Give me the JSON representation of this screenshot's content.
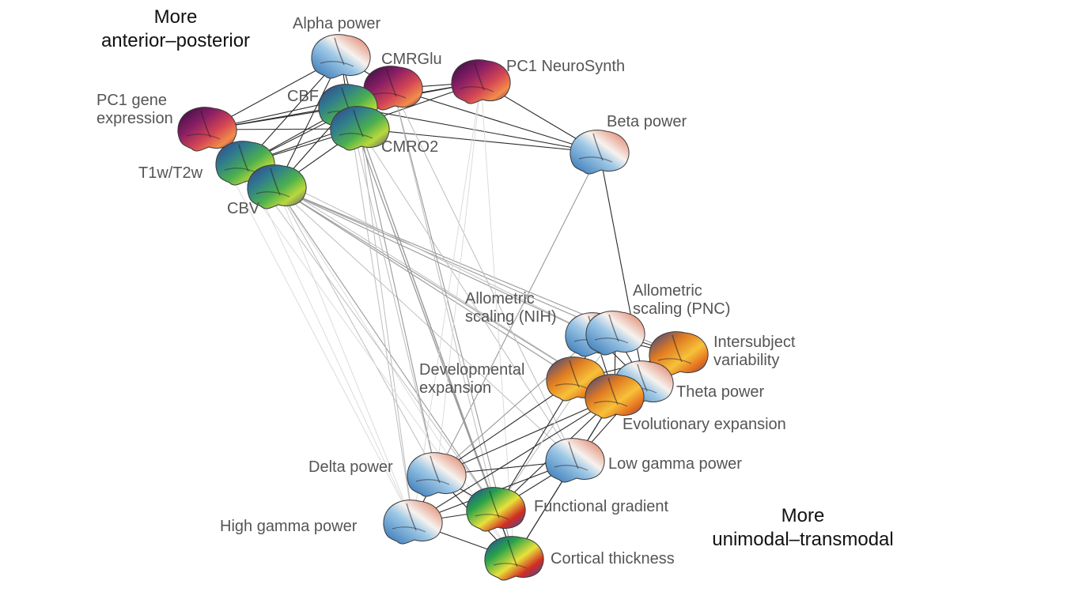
{
  "corner_labels": {
    "anterior_posterior": {
      "line1": "More",
      "line2": "anterior–posterior"
    },
    "unimodal_transmodal": {
      "line1": "More",
      "line2": "unimodal–transmodal"
    }
  },
  "nodes": [
    {
      "id": "alpha",
      "label": [
        "Alpha power"
      ],
      "colormap": "diverging-blue-red",
      "icon": "brain-surface-icon"
    },
    {
      "id": "cmrglu",
      "label": [
        "CMRGlu"
      ],
      "colormap": "magma",
      "icon": "brain-surface-icon"
    },
    {
      "id": "pc1ns",
      "label": [
        "PC1 NeuroSynth"
      ],
      "colormap": "magma",
      "icon": "brain-surface-icon"
    },
    {
      "id": "pc1gene",
      "label": [
        "PC1 gene",
        "expression"
      ],
      "colormap": "magma",
      "icon": "brain-surface-icon"
    },
    {
      "id": "cbf",
      "label": [
        "CBF"
      ],
      "colormap": "viridis",
      "icon": "brain-surface-icon"
    },
    {
      "id": "cmro2",
      "label": [
        "CMRO2"
      ],
      "colormap": "viridis",
      "icon": "brain-surface-icon"
    },
    {
      "id": "beta",
      "label": [
        "Beta power"
      ],
      "colormap": "diverging-blue-red",
      "icon": "brain-surface-icon"
    },
    {
      "id": "t1t2",
      "label": [
        "T1w/T2w"
      ],
      "colormap": "viridis",
      "icon": "brain-surface-icon"
    },
    {
      "id": "cbv",
      "label": [
        "CBV"
      ],
      "colormap": "viridis",
      "icon": "brain-surface-icon"
    },
    {
      "id": "allonih",
      "label": [
        "Allometric",
        "scaling (NIH)"
      ],
      "colormap": "diverging-blue-red",
      "icon": "brain-surface-icon"
    },
    {
      "id": "allopnc",
      "label": [
        "Allometric",
        "scaling (PNC)"
      ],
      "colormap": "diverging-blue-red",
      "icon": "brain-surface-icon"
    },
    {
      "id": "intersub",
      "label": [
        "Intersubject",
        "variability"
      ],
      "colormap": "blue-orange",
      "icon": "brain-surface-icon"
    },
    {
      "id": "devexp",
      "label": [
        "Developmental",
        "expansion"
      ],
      "colormap": "blue-orange",
      "icon": "brain-surface-icon"
    },
    {
      "id": "theta",
      "label": [
        "Theta power"
      ],
      "colormap": "diverging-blue-red",
      "icon": "brain-surface-icon"
    },
    {
      "id": "evoexp",
      "label": [
        "Evolutionary expansion"
      ],
      "colormap": "blue-orange",
      "icon": "brain-surface-icon"
    },
    {
      "id": "delta",
      "label": [
        "Delta power"
      ],
      "colormap": "diverging-blue-red",
      "icon": "brain-surface-icon"
    },
    {
      "id": "lowgam",
      "label": [
        "Low gamma power"
      ],
      "colormap": "diverging-blue-red",
      "icon": "brain-surface-icon"
    },
    {
      "id": "funcgrad",
      "label": [
        "Functional gradient"
      ],
      "colormap": "jet",
      "icon": "brain-surface-icon"
    },
    {
      "id": "higam",
      "label": [
        "High gamma power"
      ],
      "colormap": "diverging-blue-red",
      "icon": "brain-surface-icon"
    },
    {
      "id": "cortthk",
      "label": [
        "Cortical thickness"
      ],
      "colormap": "jet",
      "icon": "brain-surface-icon"
    }
  ],
  "edges": [
    [
      "alpha",
      "cmrglu",
      "strong"
    ],
    [
      "alpha",
      "cbf",
      "strong"
    ],
    [
      "alpha",
      "cmro2",
      "strong"
    ],
    [
      "alpha",
      "pc1gene",
      "strong"
    ],
    [
      "alpha",
      "t1t2",
      "strong"
    ],
    [
      "alpha",
      "cbv",
      "strong"
    ],
    [
      "cmrglu",
      "cbf",
      "strong"
    ],
    [
      "cmrglu",
      "cmro2",
      "strong"
    ],
    [
      "cmrglu",
      "pc1ns",
      "strong"
    ],
    [
      "cmrglu",
      "pc1gene",
      "strong"
    ],
    [
      "cmrglu",
      "t1t2",
      "strong"
    ],
    [
      "cmrglu",
      "beta",
      "strong"
    ],
    [
      "pc1ns",
      "cbf",
      "strong"
    ],
    [
      "pc1ns",
      "pc1gene",
      "strong"
    ],
    [
      "pc1ns",
      "beta",
      "strong"
    ],
    [
      "pc1ns",
      "t1t2",
      "strong"
    ],
    [
      "pc1gene",
      "cbf",
      "strong"
    ],
    [
      "pc1gene",
      "cmro2",
      "strong"
    ],
    [
      "pc1gene",
      "t1t2",
      "strong"
    ],
    [
      "pc1gene",
      "cbv",
      "strong"
    ],
    [
      "cbf",
      "cmro2",
      "strong"
    ],
    [
      "cbf",
      "t1t2",
      "strong"
    ],
    [
      "cbf",
      "cbv",
      "strong"
    ],
    [
      "cbf",
      "beta",
      "strong"
    ],
    [
      "cmro2",
      "t1t2",
      "strong"
    ],
    [
      "cmro2",
      "cbv",
      "strong"
    ],
    [
      "cmro2",
      "beta",
      "strong"
    ],
    [
      "t1t2",
      "cbv",
      "strong"
    ],
    [
      "beta",
      "theta",
      "strong"
    ],
    [
      "beta",
      "delta",
      "medium"
    ],
    [
      "cbv",
      "allonih",
      "medium"
    ],
    [
      "cbv",
      "allopnc",
      "medium"
    ],
    [
      "cbv",
      "intersub",
      "medium"
    ],
    [
      "cbv",
      "devexp",
      "medium"
    ],
    [
      "cbv",
      "evoexp",
      "medium"
    ],
    [
      "cbv",
      "lowgam",
      "light"
    ],
    [
      "cbv",
      "funcgrad",
      "medium"
    ],
    [
      "cbv",
      "delta",
      "light"
    ],
    [
      "cbv",
      "higam",
      "faint"
    ],
    [
      "cbv",
      "cortthk",
      "faint"
    ],
    [
      "t1t2",
      "allonih",
      "light"
    ],
    [
      "t1t2",
      "evoexp",
      "light"
    ],
    [
      "t1t2",
      "funcgrad",
      "light"
    ],
    [
      "t1t2",
      "higam",
      "faint"
    ],
    [
      "cbf",
      "funcgrad",
      "medium"
    ],
    [
      "cbf",
      "delta",
      "light"
    ],
    [
      "cbf",
      "cortthk",
      "medium"
    ],
    [
      "cbf",
      "higam",
      "light"
    ],
    [
      "cmro2",
      "funcgrad",
      "medium"
    ],
    [
      "cmro2",
      "cortthk",
      "medium"
    ],
    [
      "cmro2",
      "delta",
      "medium"
    ],
    [
      "cmro2",
      "lowgam",
      "light"
    ],
    [
      "cmro2",
      "higam",
      "light"
    ],
    [
      "cmrglu",
      "cortthk",
      "medium"
    ],
    [
      "cmrglu",
      "funcgrad",
      "light"
    ],
    [
      "cmrglu",
      "lowgam",
      "light"
    ],
    [
      "pc1ns",
      "delta",
      "faint"
    ],
    [
      "pc1ns",
      "higam",
      "faint"
    ],
    [
      "pc1ns",
      "cortthk",
      "faint"
    ],
    [
      "pc1gene",
      "higam",
      "faint"
    ],
    [
      "pc1gene",
      "cortthk",
      "faint"
    ],
    [
      "allonih",
      "allopnc",
      "strong"
    ],
    [
      "allonih",
      "intersub",
      "strong"
    ],
    [
      "allonih",
      "devexp",
      "strong"
    ],
    [
      "allonih",
      "theta",
      "strong"
    ],
    [
      "allonih",
      "evoexp",
      "strong"
    ],
    [
      "allopnc",
      "intersub",
      "strong"
    ],
    [
      "allopnc",
      "theta",
      "strong"
    ],
    [
      "allopnc",
      "evoexp",
      "strong"
    ],
    [
      "intersub",
      "theta",
      "strong"
    ],
    [
      "intersub",
      "evoexp",
      "strong"
    ],
    [
      "intersub",
      "devexp",
      "strong"
    ],
    [
      "devexp",
      "evoexp",
      "strong"
    ],
    [
      "devexp",
      "theta",
      "strong"
    ],
    [
      "theta",
      "evoexp",
      "strong"
    ],
    [
      "evoexp",
      "delta",
      "strong"
    ],
    [
      "evoexp",
      "lowgam",
      "strong"
    ],
    [
      "evoexp",
      "funcgrad",
      "strong"
    ],
    [
      "evoexp",
      "higam",
      "strong"
    ],
    [
      "evoexp",
      "cortthk",
      "strong"
    ],
    [
      "devexp",
      "delta",
      "strong"
    ],
    [
      "devexp",
      "funcgrad",
      "strong"
    ],
    [
      "theta",
      "lowgam",
      "strong"
    ],
    [
      "allonih",
      "delta",
      "medium"
    ],
    [
      "allopnc",
      "funcgrad",
      "light"
    ],
    [
      "delta",
      "lowgam",
      "strong"
    ],
    [
      "delta",
      "funcgrad",
      "strong"
    ],
    [
      "delta",
      "higam",
      "strong"
    ],
    [
      "delta",
      "cortthk",
      "strong"
    ],
    [
      "lowgam",
      "funcgrad",
      "strong"
    ],
    [
      "lowgam",
      "higam",
      "strong"
    ],
    [
      "lowgam",
      "cortthk",
      "strong"
    ],
    [
      "funcgrad",
      "higam",
      "strong"
    ],
    [
      "funcgrad",
      "cortthk",
      "strong"
    ],
    [
      "higam",
      "cortthk",
      "strong"
    ]
  ]
}
